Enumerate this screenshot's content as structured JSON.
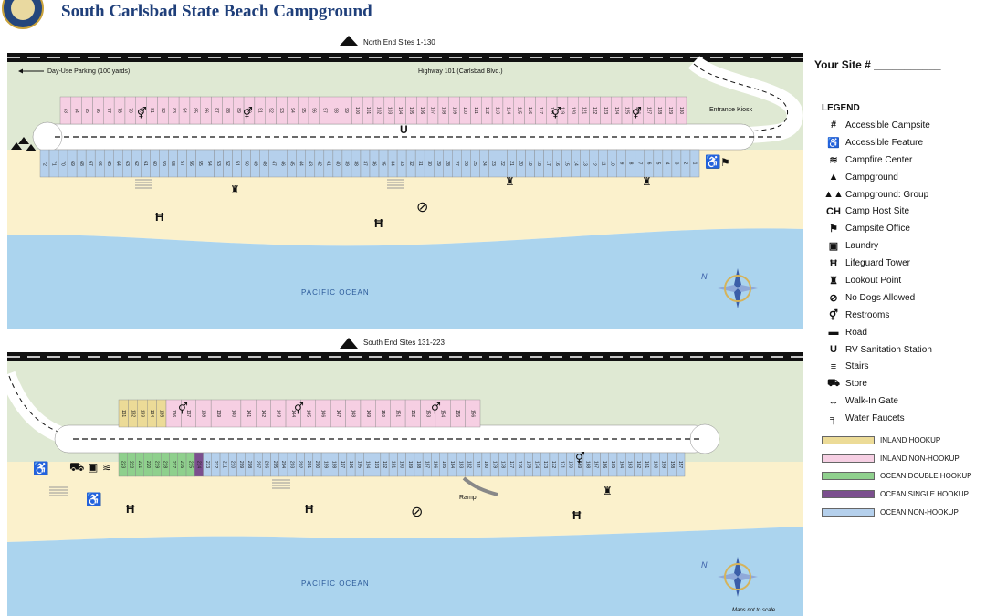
{
  "header": {
    "title": "South Carlsbad State Beach Campground"
  },
  "north": {
    "label": "North End Sites 1-130",
    "parking": "Day-Use Parking (100 yards)",
    "highway": "Highway 101 (Carlsbad Blvd.)",
    "kiosk": "Entrance Kiosk",
    "ocean": "PACIFIC OCEAN",
    "inland_sites": [
      "73",
      "74",
      "75",
      "76",
      "77",
      "78",
      "79",
      "80",
      "81",
      "82",
      "83",
      "84",
      "85",
      "86",
      "87",
      "88",
      "89",
      "90",
      "91",
      "92",
      "93",
      "94",
      "95",
      "96",
      "97",
      "98",
      "99",
      "100",
      "101",
      "102",
      "103",
      "104",
      "105",
      "106",
      "107",
      "108",
      "109",
      "110",
      "111",
      "112",
      "113",
      "114",
      "115",
      "116",
      "117",
      "118",
      "119",
      "120",
      "121",
      "122",
      "123",
      "124",
      "125",
      "126",
      "127",
      "128",
      "129",
      "130"
    ],
    "ocean_sites": [
      "72",
      "71",
      "70",
      "69",
      "68",
      "67",
      "66",
      "65",
      "64",
      "63",
      "62",
      "61",
      "60",
      "59",
      "58",
      "57",
      "56",
      "55",
      "54",
      "53",
      "52",
      "51",
      "50",
      "49",
      "48",
      "47",
      "46",
      "45",
      "44",
      "43",
      "42",
      "41",
      "40",
      "39",
      "38",
      "37",
      "36",
      "35",
      "34",
      "33",
      "32",
      "31",
      "30",
      "29",
      "28",
      "27",
      "26",
      "25",
      "24",
      "23",
      "22",
      "21",
      "20",
      "19",
      "18",
      "17",
      "16",
      "15",
      "14",
      "13",
      "12",
      "11",
      "10",
      "9",
      "8",
      "7",
      "6",
      "5",
      "4",
      "3",
      "2",
      "1"
    ]
  },
  "south": {
    "label": "South End Sites 131-223",
    "ramp": "Ramp",
    "ocean": "PACIFIC OCEAN",
    "inland_hookup_sites": [
      "131",
      "132",
      "133",
      "134",
      "135"
    ],
    "inland_sites": [
      "136",
      "137",
      "138",
      "139",
      "140",
      "141",
      "142",
      "143",
      "144",
      "145",
      "146",
      "147",
      "148",
      "149",
      "150",
      "151",
      "152",
      "153",
      "154",
      "155",
      "156"
    ],
    "ocean_sites": [
      "223",
      "222",
      "221",
      "220",
      "219",
      "218",
      "217",
      "216",
      "215",
      "214",
      "213",
      "212",
      "211",
      "210",
      "209",
      "208",
      "207",
      "206",
      "205",
      "204",
      "203",
      "202",
      "201",
      "200",
      "199",
      "198",
      "197",
      "196",
      "195",
      "194",
      "193",
      "192",
      "191",
      "190",
      "189",
      "188",
      "187",
      "186",
      "185",
      "184",
      "183",
      "182",
      "181",
      "180",
      "179",
      "178",
      "177",
      "176",
      "175",
      "174",
      "173",
      "172",
      "171",
      "170",
      "169",
      "168",
      "167",
      "166",
      "165",
      "164",
      "163",
      "162",
      "161",
      "160",
      "159",
      "158",
      "157"
    ],
    "not_to_scale": "Maps not to scale"
  },
  "sidebar": {
    "your_site": "Your Site # ___________",
    "legend_title": "LEGEND",
    "legend": [
      {
        "icon": "#",
        "label": "Accessible Campsite"
      },
      {
        "icon": "♿",
        "label": "Accessible Feature"
      },
      {
        "icon": "≋",
        "label": "Campfire Center"
      },
      {
        "icon": "▲",
        "label": "Campground"
      },
      {
        "icon": "▲▲",
        "label": "Campground: Group"
      },
      {
        "icon": "CH",
        "label": "Camp Host Site"
      },
      {
        "icon": "⚑",
        "label": "Campsite Office"
      },
      {
        "icon": "▣",
        "label": "Laundry"
      },
      {
        "icon": "Ħ",
        "label": "Lifeguard Tower"
      },
      {
        "icon": "♜",
        "label": "Lookout Point"
      },
      {
        "icon": "⊘",
        "label": "No Dogs Allowed"
      },
      {
        "icon": "⚥",
        "label": "Restrooms"
      },
      {
        "icon": "▬",
        "label": "Road"
      },
      {
        "icon": "U",
        "label": "RV Sanitation Station"
      },
      {
        "icon": "≡",
        "label": "Stairs"
      },
      {
        "icon": "⛟",
        "label": "Store"
      },
      {
        "icon": "↔",
        "label": "Walk-In Gate"
      },
      {
        "icon": "╕",
        "label": "Water Faucets"
      }
    ],
    "color_legend": [
      {
        "label": "INLAND HOOKUP",
        "color": "#ecdb97"
      },
      {
        "label": "INLAND NON-HOOKUP",
        "color": "#f6cfe3"
      },
      {
        "label": "OCEAN DOUBLE HOOKUP",
        "color": "#8fd08d"
      },
      {
        "label": "OCEAN SINGLE HOOKUP",
        "color": "#7b4f8e"
      },
      {
        "label": "OCEAN NON-HOOKUP",
        "color": "#b5d0ec"
      }
    ]
  },
  "colors": {
    "land": "#dfe9d3",
    "sand": "#fbf1cc",
    "ocean": "#abd4ee",
    "inland_hookup": "#ecdb97",
    "inland": "#f6cfe3",
    "ocean_double": "#8fd08d",
    "ocean_single": "#7b4f8e",
    "ocean_non": "#b5d0ec"
  }
}
